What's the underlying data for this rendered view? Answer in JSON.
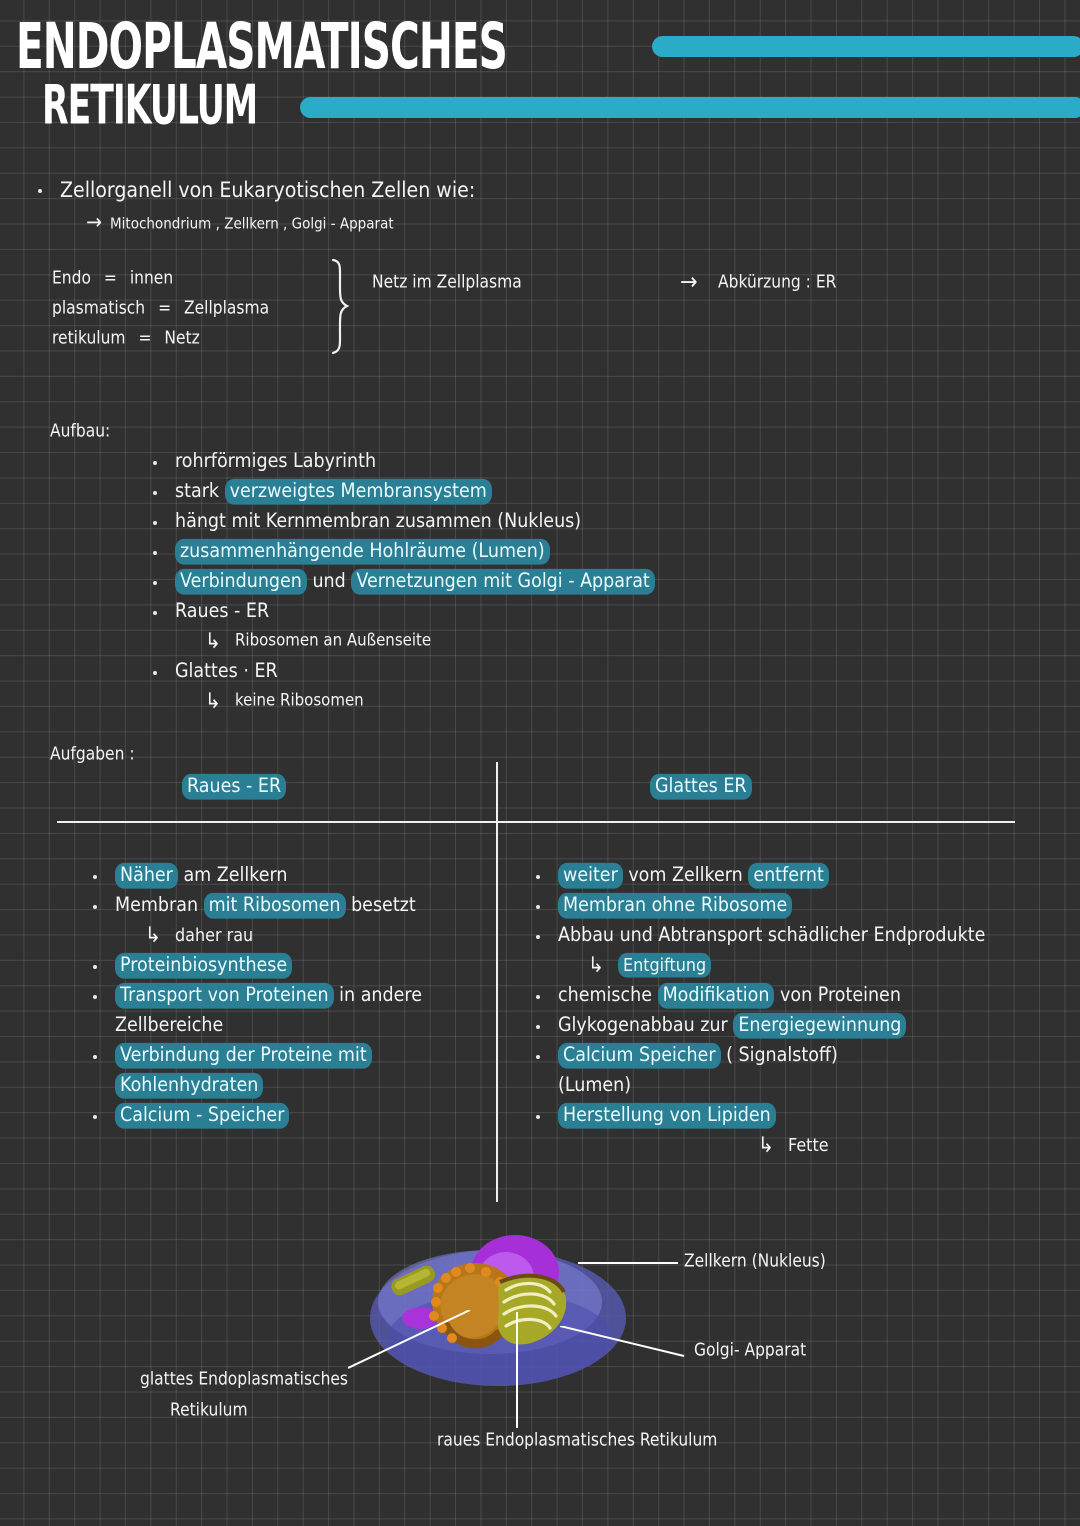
{
  "title": {
    "line1": "ENDOPLASMATISCHES",
    "line2": "RETIKULUM"
  },
  "colors": {
    "accent": "#2aacc8",
    "highlight": "#2b7f95",
    "paper": "#303030",
    "ink": "#f4f4f4"
  },
  "intro": {
    "bullet": "Zellorganell  von  Eukaryotischen  Zellen   wie:",
    "sub_arrow": "→",
    "sub": "Mitochondrium , Zellkern , Golgi - Apparat"
  },
  "definition": {
    "rows": [
      {
        "term": "Endo",
        "eq": "=",
        "meaning": "innen"
      },
      {
        "term": "plasmatisch",
        "eq": "=",
        "meaning": "Zellplasma"
      },
      {
        "term": "retikulum",
        "eq": "=",
        "meaning": "Netz"
      }
    ],
    "brace_result": "Netz  im   Zellplasma",
    "abbrev_arrow": "→",
    "abbrev": "Abkürzung :  ER"
  },
  "aufbau": {
    "heading": "Aufbau:",
    "items": [
      {
        "parts": [
          {
            "t": "rohrförmiges     Labyrinth",
            "h": false
          }
        ]
      },
      {
        "parts": [
          {
            "t": "stark ",
            "h": false
          },
          {
            "t": "verzweigtes  Membransystem",
            "h": true
          }
        ]
      },
      {
        "parts": [
          {
            "t": "hängt  mit  Kernmembran  zusammen  (Nukleus)",
            "h": false
          }
        ]
      },
      {
        "parts": [
          {
            "t": "zusammenhängende   Hohlräume  (Lumen)",
            "h": true
          }
        ]
      },
      {
        "parts": [
          {
            "t": "Verbindungen",
            "h": true
          },
          {
            "t": " und ",
            "h": false
          },
          {
            "t": "Vernetzungen mit   Golgi - Apparat",
            "h": true
          }
        ]
      },
      {
        "parts": [
          {
            "t": "Raues -  ER",
            "h": false
          }
        ]
      },
      {
        "sub": true,
        "arrow": "↳",
        "parts": [
          {
            "t": "Ribosomen  an   Außenseite",
            "h": false
          }
        ]
      },
      {
        "parts": [
          {
            "t": "Glattes ·  ER",
            "h": false
          }
        ]
      },
      {
        "sub": true,
        "arrow": "↳",
        "parts": [
          {
            "t": "keine   Ribosomen",
            "h": false
          }
        ]
      }
    ]
  },
  "aufgaben": {
    "heading": "Aufgaben :",
    "col_left_header": "Raues - ER",
    "col_right_header": "Glattes  ER",
    "left_items": [
      {
        "parts": [
          {
            "t": "Näher",
            "h": true
          },
          {
            "t": "  am     Zellkern",
            "h": false
          }
        ]
      },
      {
        "parts": [
          {
            "t": "Membran ",
            "h": false
          },
          {
            "t": "mit    Ribosomen",
            "h": true
          },
          {
            "t": "  besetzt",
            "h": false
          }
        ]
      },
      {
        "sub": true,
        "arrow": "↳",
        "parts": [
          {
            "t": "daher    rau",
            "h": false
          }
        ]
      },
      {
        "parts": [
          {
            "t": "Proteinbiosynthese",
            "h": true
          }
        ]
      },
      {
        "parts": [
          {
            "t": "Transport von  Proteinen",
            "h": true
          },
          {
            "t": "  in  andere",
            "h": false
          }
        ]
      },
      {
        "cont": true,
        "parts": [
          {
            "t": "Zellbereiche",
            "h": false
          }
        ]
      },
      {
        "parts": [
          {
            "t": "Verbindung  der  Proteine   mit",
            "h": true
          }
        ]
      },
      {
        "cont": true,
        "parts": [
          {
            "t": "Kohlenhydraten",
            "h": true
          }
        ]
      },
      {
        "parts": [
          {
            "t": "Calcium - Speicher",
            "h": true
          }
        ]
      }
    ],
    "right_items": [
      {
        "parts": [
          {
            "t": "weiter",
            "h": true
          },
          {
            "t": "  vom  Zellkern  ",
            "h": false
          },
          {
            "t": "entfernt",
            "h": true
          }
        ]
      },
      {
        "parts": [
          {
            "t": "Membran  ohne   Ribosome",
            "h": true
          }
        ]
      },
      {
        "parts": [
          {
            "t": "Abbau  und  Abtransport  schädlicher  Endprodukte",
            "h": false
          }
        ]
      },
      {
        "sub": true,
        "arrow": "↳",
        "parts": [
          {
            "t": "Entgiftung",
            "h": true
          }
        ]
      },
      {
        "parts": [
          {
            "t": "chemische ",
            "h": false
          },
          {
            "t": "Modifikation",
            "h": true
          },
          {
            "t": "  von   Proteinen",
            "h": false
          }
        ]
      },
      {
        "parts": [
          {
            "t": "Glykogenabbau  zur  ",
            "h": false
          },
          {
            "t": "Energiegewinnung",
            "h": true
          }
        ]
      },
      {
        "parts": [
          {
            "t": "Calcium  Speicher",
            "h": true
          },
          {
            "t": "   ( Signalstoff)",
            "h": false
          }
        ]
      },
      {
        "cont": true,
        "parts": [
          {
            "t": "(Lumen)",
            "h": false
          }
        ]
      },
      {
        "parts": [
          {
            "t": "Herstellung   von  Lipiden",
            "h": true
          }
        ]
      },
      {
        "sub2": true,
        "arrow": "↳",
        "parts": [
          {
            "t": "Fette",
            "h": false
          }
        ]
      }
    ]
  },
  "diagram": {
    "labels": {
      "nucleus": "Zellkern   (Nukleus)",
      "golgi": "Golgi- Apparat",
      "smooth_er_1": "glattes   Endoplasmatisches",
      "smooth_er_2": "Retikulum",
      "rough_er": "raues   Endoplasmatisches    Retikulum"
    },
    "colors": {
      "cytoplasm": "#5c5fc0",
      "cytoplasm_light": "#7b7ed6",
      "nucleus": "#a62fd8",
      "nucleus_light": "#c05ff0",
      "rough_er": "#b8761a",
      "rough_er_dark": "#8a5510",
      "golgi": "#a8a828",
      "golgi_outline": "#efefc0",
      "mitochondrion": "#9a9a22"
    }
  }
}
